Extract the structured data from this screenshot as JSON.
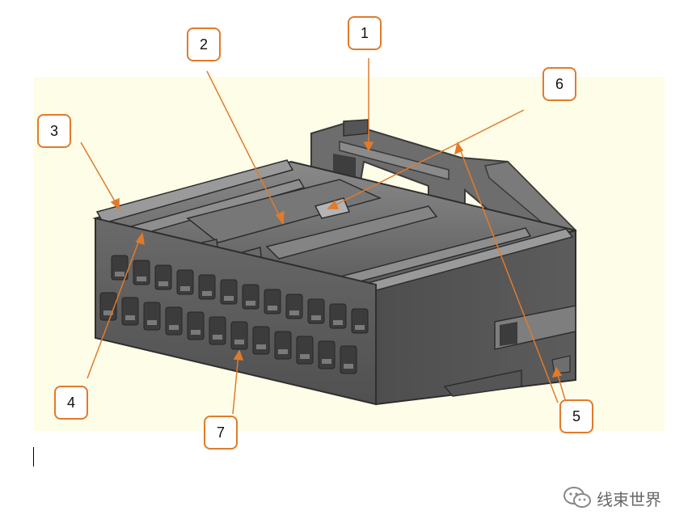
{
  "callouts": [
    "1",
    "2",
    "3",
    "4",
    "5",
    "6",
    "7"
  ],
  "watermark": {
    "text": "线束世界",
    "icon": "wechat-icon"
  },
  "colors": {
    "background_panel": "#fefde8",
    "leader": "#e07b2c",
    "connector_body": "#5a5a5a"
  }
}
